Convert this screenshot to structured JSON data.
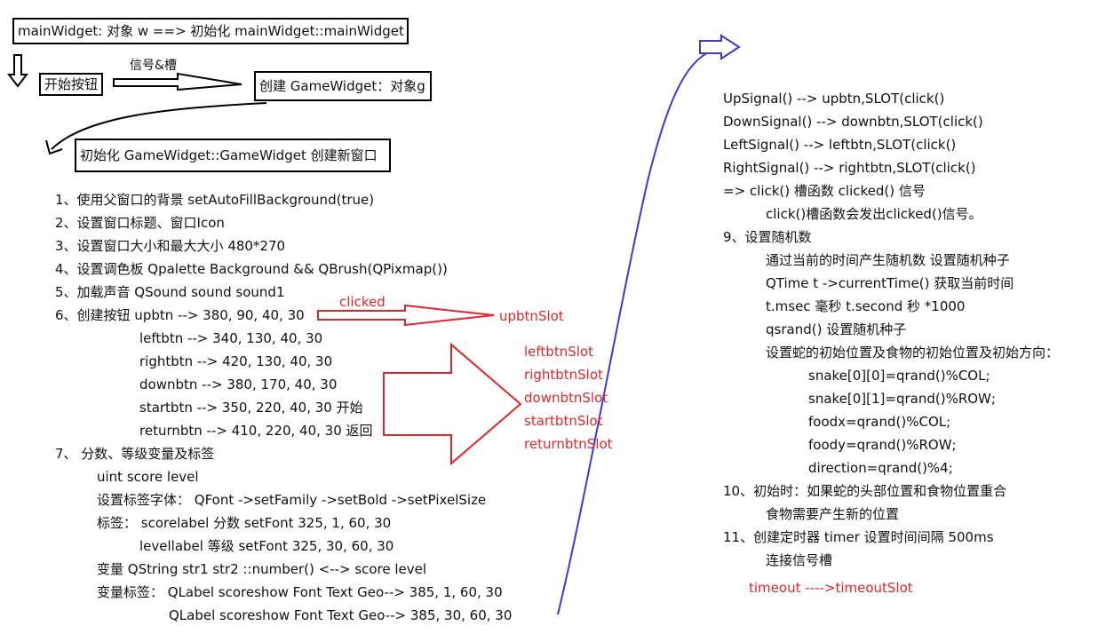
{
  "flow": {
    "box_main": "mainWidget: 对象 w   ==>  初始化  mainWidget::mainWidget",
    "box_start": "开始按钮",
    "signal_label": "信号&槽",
    "box_create": "创建 GameWidget：对象g",
    "box_init": "初始化  GameWidget::GameWidget   创建新窗口"
  },
  "left_steps": [
    "1、使用父窗口的背景    setAutoFillBackground(true)",
    "2、设置窗口标题、窗口Icon",
    "3、设置窗口大小和最大大小  480*270",
    "4、设置调色板 Qpalette     Background     &&  QBrush(QPixmap())",
    "5、加载声音  QSound    sound   sound1",
    "6、创建按钮   upbtn  -->  380, 90, 40, 30"
  ],
  "buttons": [
    "leftbtn  -->  340, 130, 40, 30",
    "rightbtn --> 420, 130, 40, 30",
    "downbtn --> 380, 170, 40, 30",
    "startbtn  -->  350, 220, 40, 30     开始",
    "returnbtn -->  410, 220, 40, 30   返回"
  ],
  "step7": {
    "title": "7、  分数、等级变量及标签",
    "l1": "uint  score     level",
    "l2": "设置标签字体：  QFont   ->setFamily    ->setBold   ->setPixelSize",
    "l3": "标签：  scorelabel  分数     setFont     325, 1, 60, 30",
    "l4": "levellabel    等级     setFont     325, 30, 60, 30",
    "l5": "变量     QString  str1  str2  ::number()    <-->   score   level",
    "l6": "变量标签：  QLabel  scoreshow   Font  Text   Geo--> 385, 1, 60, 30",
    "l7": "QLabel  scoreshow   Font  Text   Geo--> 385, 30, 60, 30"
  },
  "red": {
    "clicked": "clicked",
    "upbtnSlot": "upbtnSlot",
    "slots": [
      "leftbtnSlot",
      "rightbtnSlot",
      "downbtnSlot",
      "startbtnSlot",
      "returnbtnSlot"
    ]
  },
  "right": {
    "signals": [
      "UpSignal()      --> upbtn,SLOT(click()",
      "DownSignal()  -->  downbtn,SLOT(click()",
      "LeftSignal()     -->  leftbtn,SLOT(click()",
      "RightSignal()   -->  rightbtn,SLOT(click()",
      "=> click()  槽函数    clicked()  信号"
    ],
    "click_note": "click()槽函数会发出clicked()信号。",
    "step9": "9、设置随机数",
    "s9_lines": [
      "通过当前的时间产生随机数  设置随机种子",
      "QTime  t   ->currentTime()      获取当前时间",
      "t.msec   毫秒    t.second  秒 *1000",
      "qsrand()   设置随机种子",
      "设置蛇的初始位置及食物的初始位置及初始方向："
    ],
    "s9_code": [
      "snake[0][0]=qrand()%COL;",
      "snake[0][1]=qrand()%ROW;",
      "foodx=qrand()%COL;",
      "foody=qrand()%ROW;",
      "direction=qrand()%4;"
    ],
    "step10": "10、初始时：如果蛇的头部位置和食物位置重合",
    "step10_sub": "食物需要产生新的位置",
    "step11": "11、创建定时器 timer  设置时间间隔 500ms",
    "step11_sub": "连接信号槽",
    "timeout": "timeout    ---->timeoutSlot"
  },
  "colors": {
    "red": "#e0262b",
    "blue": "#3a3ad0",
    "black": "#000000"
  }
}
